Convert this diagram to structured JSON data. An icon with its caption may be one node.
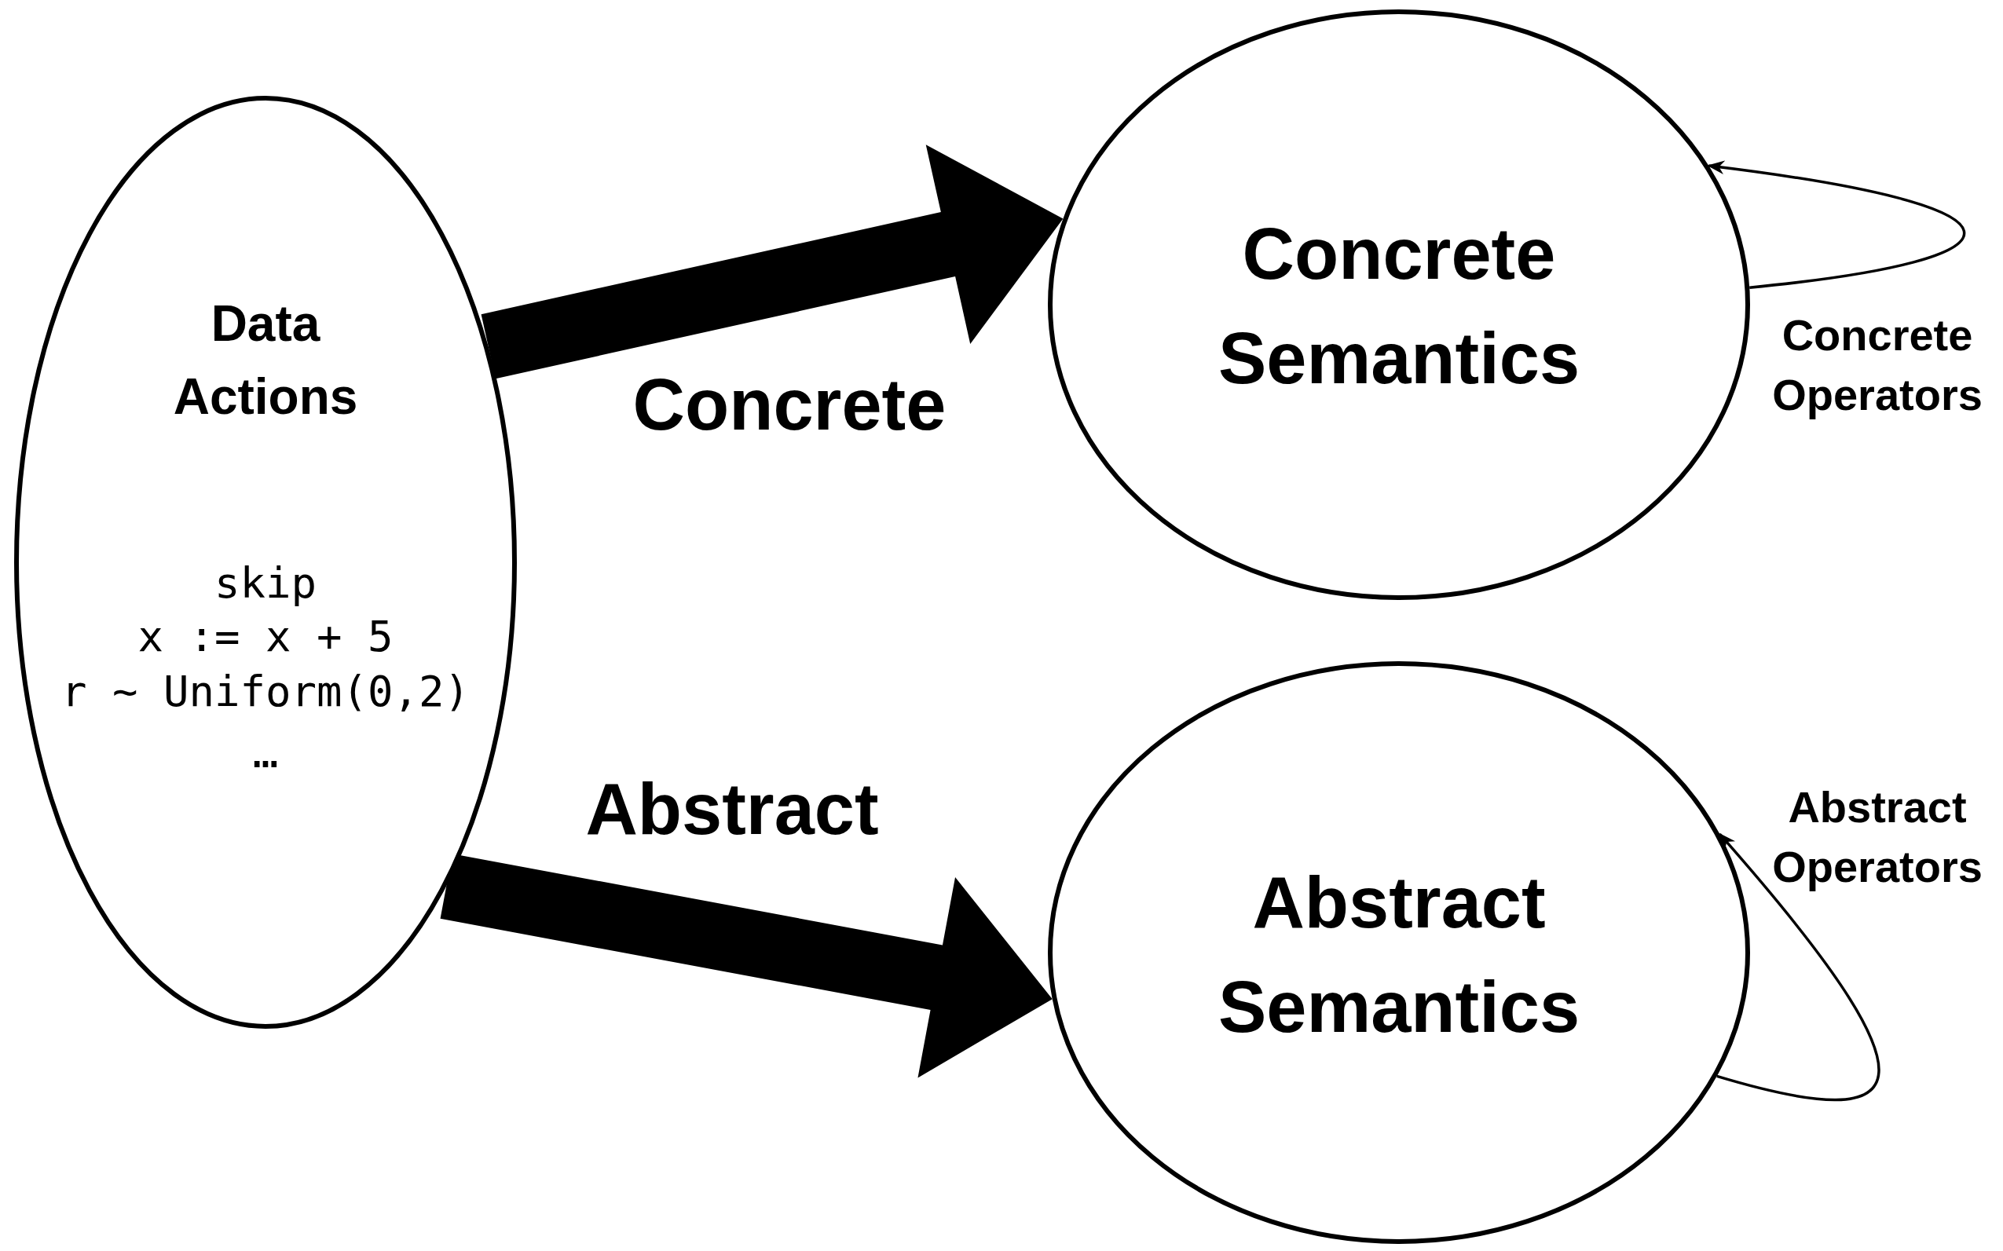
{
  "diagram": {
    "nodes": [
      {
        "text": [
          "Data Actions",
          "skip",
          "x := x + 5",
          "r ~ Uniform(0,2)",
          "…"
        ]
      },
      {
        "text": [
          "Concrete Semantics"
        ]
      },
      {
        "text": [
          "Abstract Semantics"
        ]
      }
    ],
    "edges": [
      {
        "from": 0,
        "to": 1,
        "arrow": "to",
        "style": "thick",
        "label": "Concrete"
      },
      {
        "from": 0,
        "to": 2,
        "arrow": "to",
        "style": "thick",
        "label": "Abstract"
      },
      {
        "from": 1,
        "to": 1,
        "arrow": "to",
        "label": "Concrete Operators"
      },
      {
        "from": 2,
        "to": 2,
        "arrow": "to",
        "label": "Abstract Operators"
      }
    ]
  }
}
